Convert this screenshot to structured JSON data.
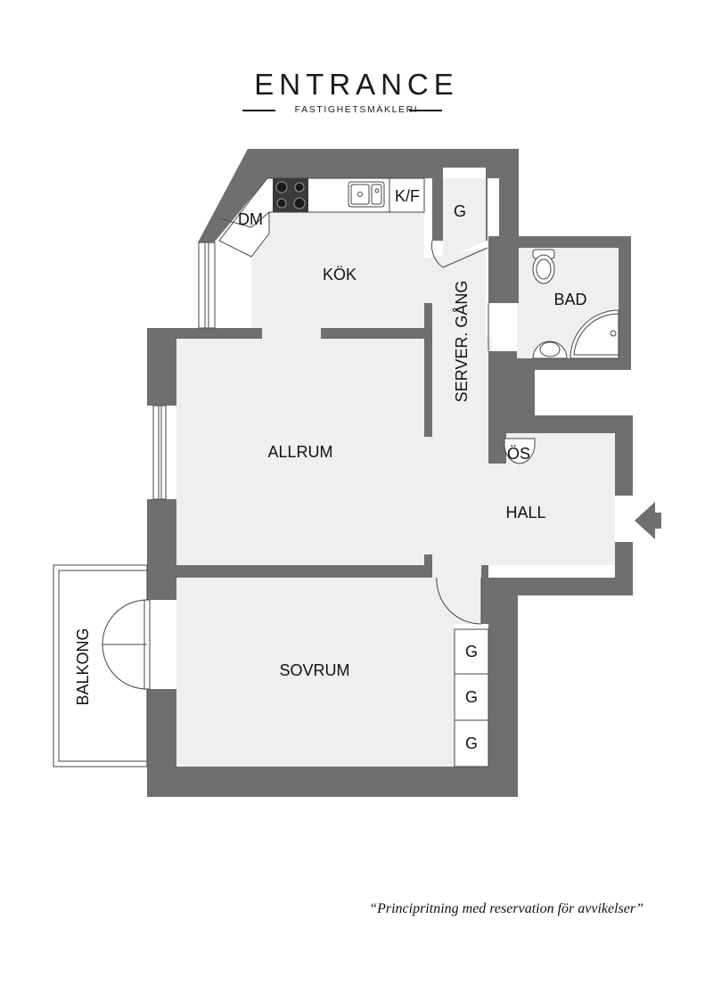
{
  "logo": {
    "title": "ENTRANCE",
    "subtitle": "FASTIGHETSMÄKLERI"
  },
  "rooms": {
    "kitchen": "KÖK",
    "dishwasher": "DM",
    "fridge_freezer": "K/F",
    "storage_kitchen": "G",
    "service_corridor": "SERVER. GÅNG",
    "bathroom": "BAD",
    "living_room": "ALLRUM",
    "coat_closet": "ÖS",
    "hall": "HALL",
    "balcony": "BALKONG",
    "bedroom": "SOVRUM",
    "wardrobes": [
      "G",
      "G",
      "G"
    ]
  },
  "colors": {
    "wall": "#6f6f6f",
    "floor": "#efefef",
    "outline": "#333333"
  },
  "icons": {
    "entrance": "entrance-arrow-icon",
    "stove": "stove-icon",
    "sink": "sink-icon",
    "toilet": "toilet-icon",
    "washbasin": "washbasin-icon",
    "shower": "shower-icon"
  },
  "disclaimer": "“Principritning med reservation för avvikelser”"
}
